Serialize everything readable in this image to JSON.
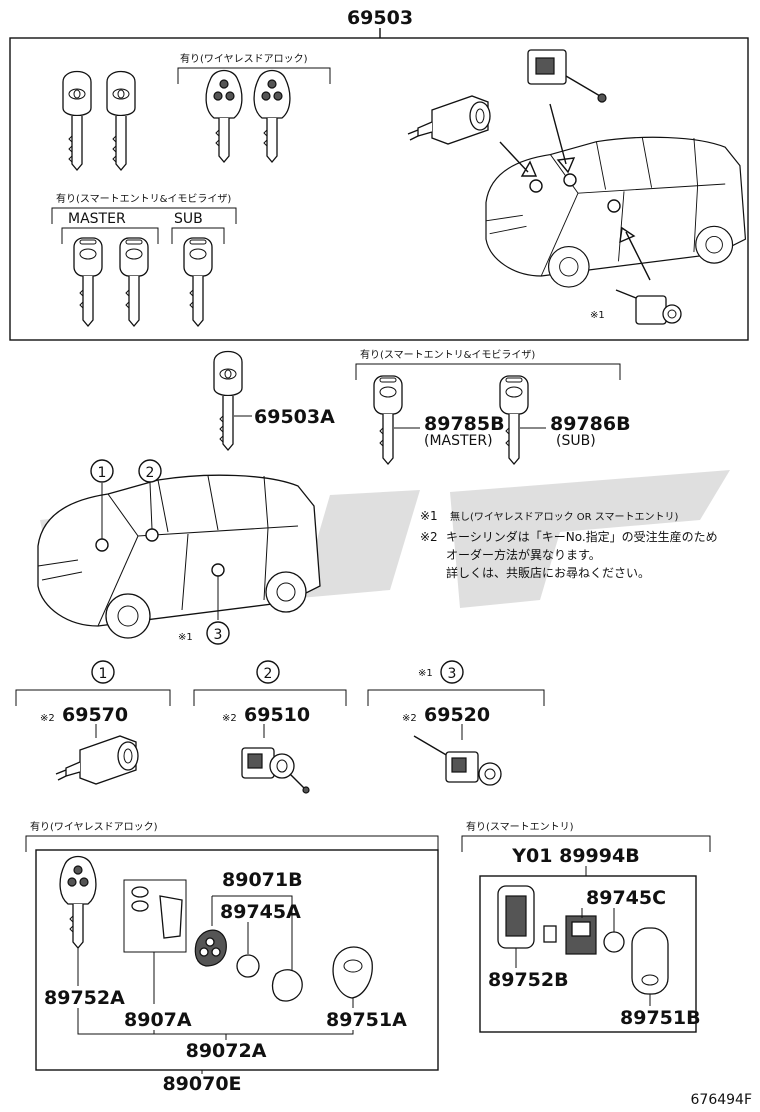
{
  "top_assembly": {
    "part_no": "69503",
    "wireless_note": "有り(ワイヤレスドアロック)",
    "smart_note": "有り(スマートエントリ&イモビライザ)",
    "master_label": "MASTER",
    "sub_label": "SUB",
    "ref_mark": "※1"
  },
  "keys": {
    "blank_key": "69503A",
    "smart_note": "有り(スマートエントリ&イモビライザ)",
    "master_key": "89785B",
    "master_sub": "(MASTER)",
    "sub_key": "89786B",
    "sub_sub": "(SUB)"
  },
  "vehicle": {
    "callout_1": "1",
    "callout_2": "2",
    "callout_3": "3",
    "ref_mark": "※1"
  },
  "notes": {
    "n1_mark": "※1",
    "n1_text": "無し(ワイヤレスドアロック OR スマートエントリ)",
    "n2_mark": "※2",
    "n2_line1": "キーシリンダは「キーNo.指定」の受注生産のため",
    "n2_line2": "オーダー方法が異なります。",
    "n2_line3": "詳しくは、共販店にお尋ねください。"
  },
  "cylinders": [
    {
      "num": "1",
      "prefix": "",
      "mark": "※2",
      "part_no": "69570"
    },
    {
      "num": "2",
      "prefix": "",
      "mark": "※2",
      "part_no": "69510"
    },
    {
      "num": "3",
      "prefix": "※1",
      "mark": "※2",
      "part_no": "69520"
    }
  ],
  "wireless_kit": {
    "note": "有り(ワイヤレスドアロック)",
    "assembly": "89070E",
    "sub_assembly": "89072A",
    "parts": [
      "89752A",
      "8907A",
      "89071B",
      "89745A",
      "89751A"
    ]
  },
  "smart_kit": {
    "note": "有り(スマートエントリ)",
    "assembly": "Y01 89994B",
    "parts": [
      "89752B",
      "89745C",
      "89751B"
    ]
  },
  "illustration_id": "676494F"
}
